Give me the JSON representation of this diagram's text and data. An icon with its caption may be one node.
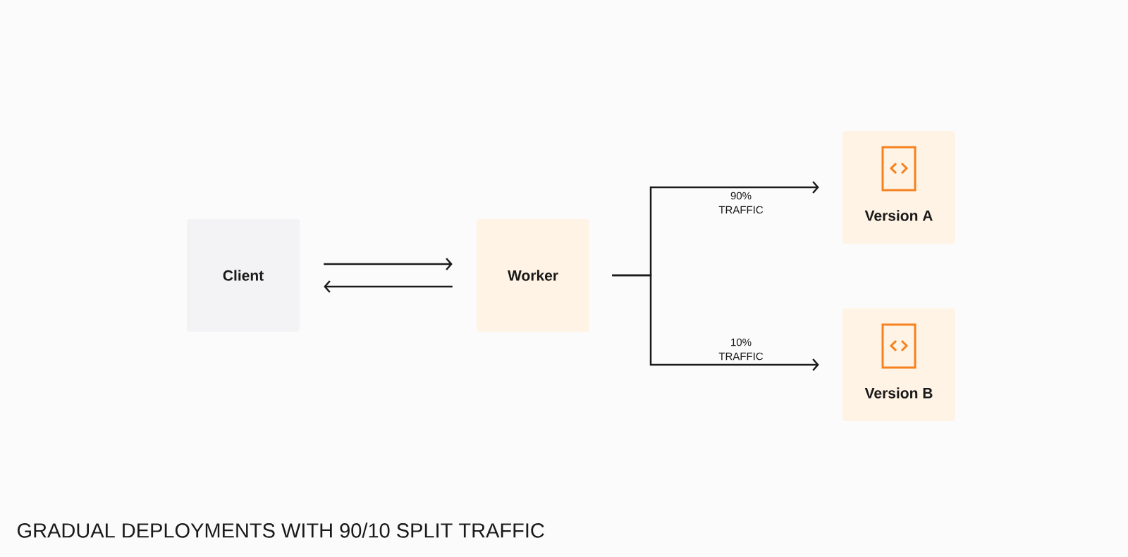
{
  "diagram": {
    "title": "GRADUAL DEPLOYMENTS WITH 90/10 SPLIT TRAFFIC",
    "nodes": [
      {
        "text": [
          "Client"
        ]
      },
      {
        "text": [
          "Worker"
        ]
      },
      {
        "text": [
          "Version A"
        ]
      },
      {
        "text": [
          "Version B"
        ]
      }
    ],
    "edges": [
      {
        "from": 0,
        "to": 1,
        "arrow": "to"
      },
      {
        "from": 1,
        "to": 0,
        "arrow": "to"
      },
      {
        "from": 1,
        "to": 2,
        "arrow": "to",
        "label": "90% TRAFFIC"
      },
      {
        "from": 1,
        "to": 3,
        "arrow": "to",
        "label": "10% TRAFFIC"
      }
    ]
  }
}
